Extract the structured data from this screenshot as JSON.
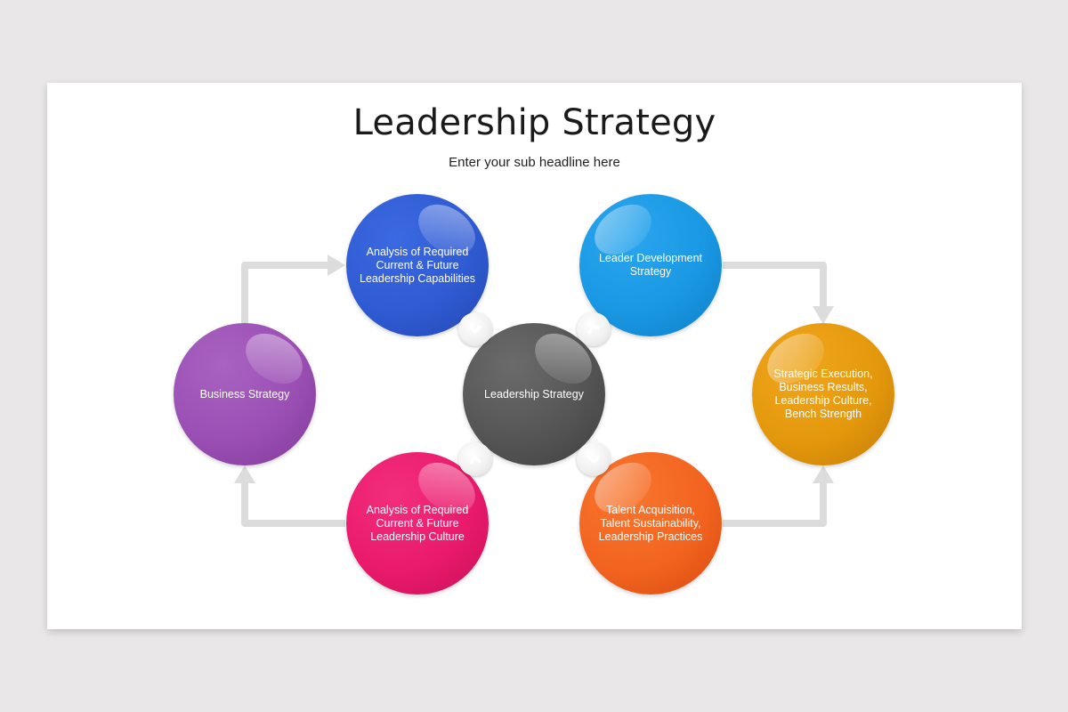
{
  "slide": {
    "title": "Leadership Strategy",
    "subtitle": "Enter your sub headline here"
  },
  "diagram": {
    "center": {
      "label": "Leadership Strategy",
      "color": "#555555"
    },
    "nodes": [
      {
        "id": "business-strategy",
        "label": "Business Strategy",
        "color": "#9b4fb4"
      },
      {
        "id": "capabilities-analysis",
        "label": "Analysis of Required\nCurrent & Future\nLeadership Capabilities",
        "color": "#2f5bd3"
      },
      {
        "id": "leader-development",
        "label": "Leader Development\nStrategy",
        "color": "#1a98e3"
      },
      {
        "id": "strategic-execution",
        "label": "Strategic Execution,\nBusiness Results,\nLeadership Culture,\nBench Strength",
        "color": "#e4980c"
      },
      {
        "id": "talent-acquisition",
        "label": "Talent Acquisition,\nTalent Sustainability,\nLeadership Practices",
        "color": "#f2641f"
      },
      {
        "id": "culture-analysis",
        "label": "Analysis of Required\nCurrent & Future\nLeadership Culture",
        "color": "#ea1a6c"
      }
    ],
    "connector_color": "#dcdcdc",
    "badges": [
      {
        "position": "top-left",
        "icon": "chevron-down-icon"
      },
      {
        "position": "top-right",
        "icon": "chevron-up-icon"
      },
      {
        "position": "bottom-left",
        "icon": "chevron-up-icon"
      },
      {
        "position": "bottom-right",
        "icon": "chevron-down-icon"
      }
    ]
  }
}
